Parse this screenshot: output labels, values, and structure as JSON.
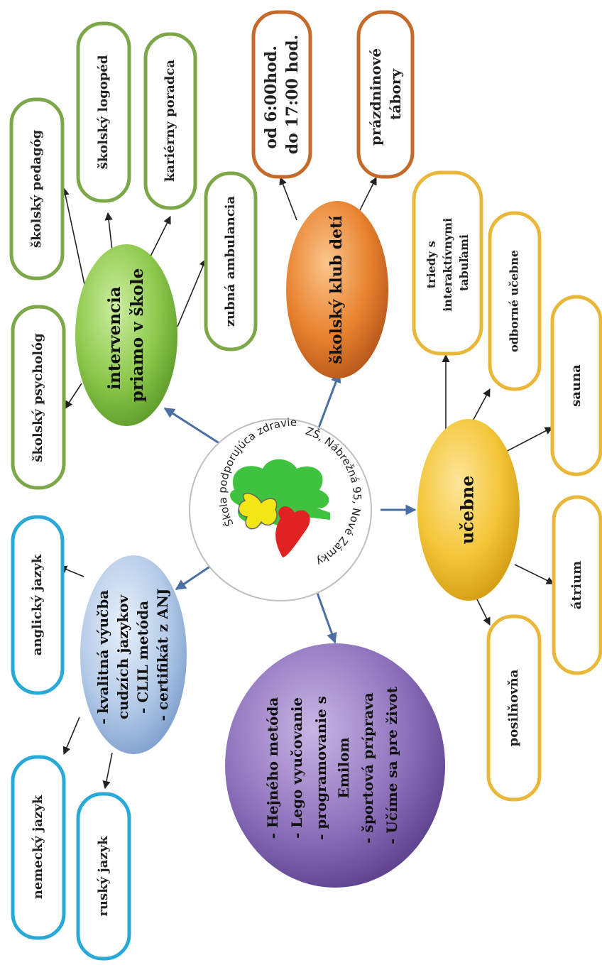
{
  "center": {
    "arc_top": "Škola podporujúca zdravie",
    "arc_bottom": "ZŠ, Nábrežná 95, Nové Zámky"
  },
  "branches": {
    "intervencia": {
      "title_lines": [
        "intervencia",
        "priamo v škole"
      ],
      "leaves": {
        "psycholog": "školský psychológ",
        "pedagog": "školský pedagóg",
        "logoped": "školský logopéd",
        "poradca": "kariérny poradca",
        "ambulancia": "zubná ambulancia"
      },
      "color": "#8cc84b"
    },
    "klub": {
      "title": "školský klub detí",
      "leaves": {
        "hodiny": [
          "od 6:00hod.",
          "do 17:00 hod."
        ],
        "tabory": [
          "prázdninové",
          "tábory"
        ]
      },
      "color": "#e8822e"
    },
    "ucebne": {
      "title": "učebne",
      "leaves": {
        "triedy": [
          "triedy s",
          "interaktívnymi",
          "tabuľami"
        ],
        "odborne": "odborné učebne",
        "sauna": "sauna",
        "atrium": "átrium",
        "posilnovna": "posilňovňa"
      },
      "color": "#f3c537"
    },
    "jazyky": {
      "lines": [
        "- kvalitná výučba",
        "cudzích jazykov",
        "- CLIL metóda",
        "- certifikát z ANJ"
      ],
      "leaves": {
        "anglicky": "anglický jazyk",
        "nemecky": "nemecký jazyk",
        "rusky": "ruský jazyk"
      },
      "color": "#9bb8dc"
    },
    "metody": {
      "lines": [
        "- Hejného metóda",
        "- Lego vyučovanie",
        "- programovanie s",
        "Emilom",
        "- športová príprava",
        "- Učíme sa pre život"
      ],
      "color": "#7a5ea8"
    }
  }
}
